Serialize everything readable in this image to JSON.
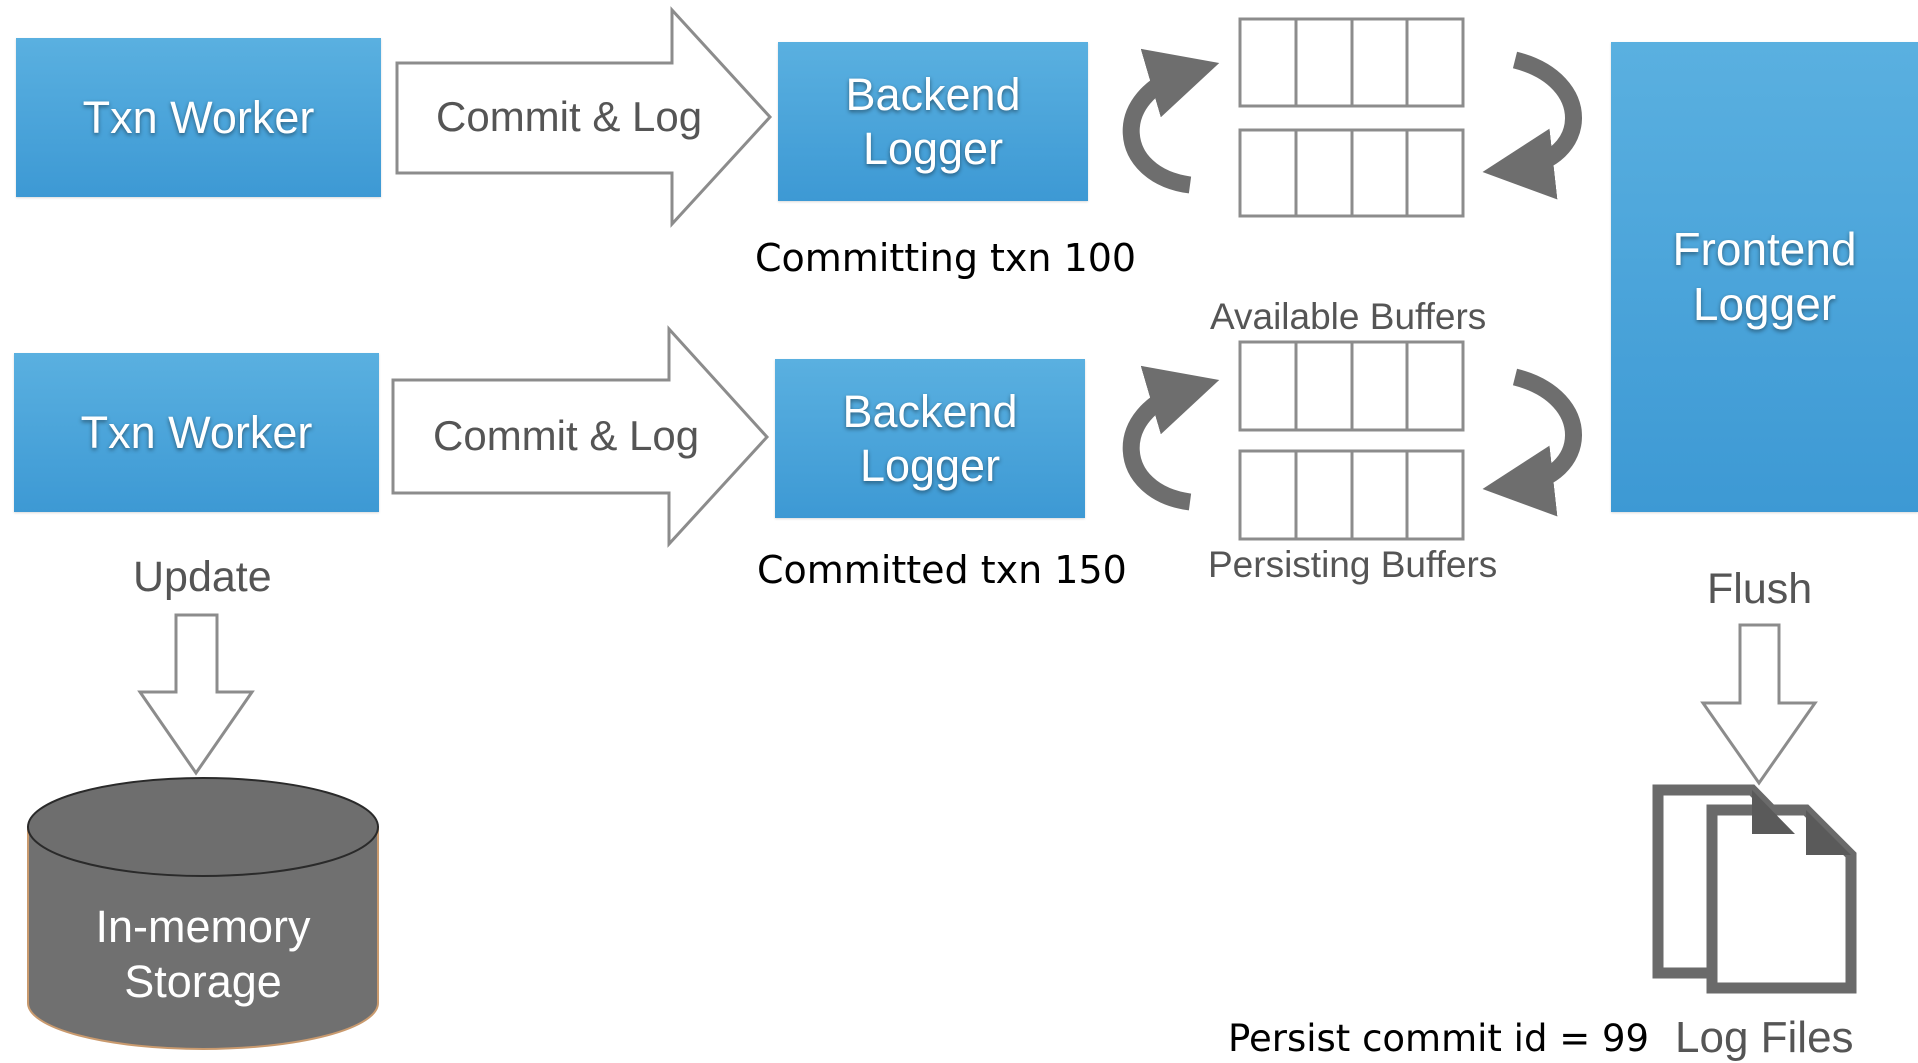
{
  "colors": {
    "box_blue": "#449ed8",
    "outline_gray": "#8c8c8c",
    "cylinder_gray": "#6f6f6f",
    "cylinder_edge": "#c99a6e",
    "text_gray": "#555555",
    "file_gray": "#6a6a6a"
  },
  "rows": [
    {
      "worker": "Txn Worker",
      "arrow": "Commit & Log",
      "logger_line1": "Backend",
      "logger_line2": "Logger",
      "status": "Committing txn 100"
    },
    {
      "worker": "Txn Worker",
      "arrow": "Commit & Log",
      "logger_line1": "Backend",
      "logger_line2": "Logger",
      "status": "Committed txn 150"
    }
  ],
  "buffers": {
    "available_label": "Available Buffers",
    "persisting_label": "Persisting Buffers"
  },
  "frontend": {
    "line1": "Frontend",
    "line2": "Logger"
  },
  "update_label": "Update",
  "storage": {
    "line1": "In-memory",
    "line2": "Storage"
  },
  "flush_label": "Flush",
  "persist_label": "Persist commit id = 99",
  "log_files_label": "Log Files",
  "icons": [
    "rotate-cw-arrow-icon",
    "rotate-down-arrow-icon",
    "database-cylinder-icon",
    "document-files-icon"
  ]
}
